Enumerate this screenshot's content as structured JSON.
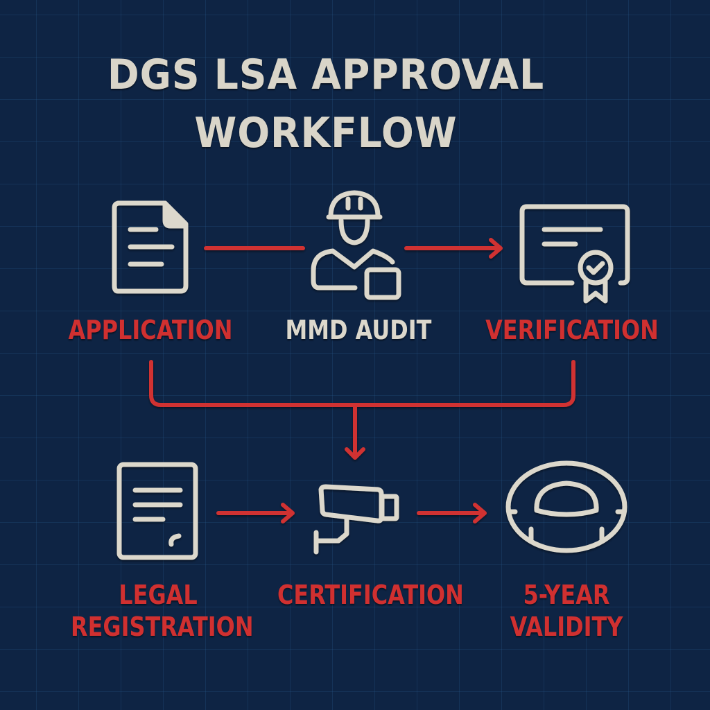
{
  "title": {
    "line1": "DGS LSA APPROVAL",
    "line2": "WORKFLOW"
  },
  "colors": {
    "background": "#0e2444",
    "grid": "#285a8c",
    "accent_red": "#d03030",
    "icon_cream": "#dcd8cc"
  },
  "steps": [
    {
      "id": "application",
      "label": "APPLICATION",
      "icon": "document-icon",
      "color": "red"
    },
    {
      "id": "mmd-audit",
      "label": "MMD AUDIT",
      "icon": "worker-hardhat-icon",
      "color": "cream"
    },
    {
      "id": "verification",
      "label": "VERIFICATION",
      "icon": "certificate-badge-icon",
      "color": "red"
    },
    {
      "id": "legal-registration",
      "label_line1": "LEGAL",
      "label_line2": "REGISTRATION",
      "icon": "signed-document-icon",
      "color": "red"
    },
    {
      "id": "certification",
      "label": "CERTIFICATION",
      "icon": "security-camera-icon",
      "color": "red"
    },
    {
      "id": "validity",
      "label_line1": "5-YEAR",
      "label_line2": "VALIDITY",
      "icon": "life-ring-icon",
      "color": "red"
    }
  ],
  "connectors": [
    {
      "from": "application",
      "to": "mmd-audit",
      "type": "line"
    },
    {
      "from": "mmd-audit",
      "to": "verification",
      "type": "arrow"
    },
    {
      "from": "application+verification",
      "to": "certification",
      "type": "merge-arrow"
    },
    {
      "from": "legal-registration",
      "to": "certification",
      "type": "arrow"
    },
    {
      "from": "certification",
      "to": "validity",
      "type": "arrow"
    }
  ]
}
